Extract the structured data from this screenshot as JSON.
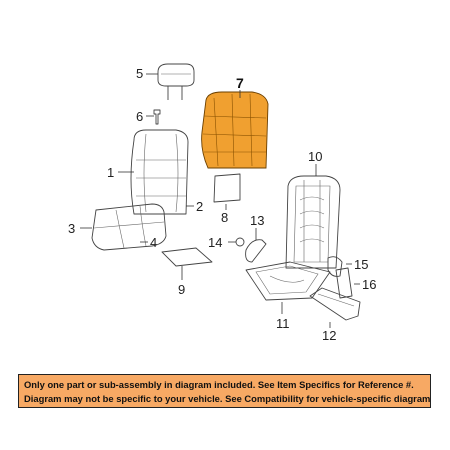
{
  "callouts": {
    "c1": "1",
    "c2": "2",
    "c3": "3",
    "c4": "4",
    "c5": "5",
    "c6": "6",
    "c7": "7",
    "c8": "8",
    "c9": "9",
    "c10": "10",
    "c11": "11",
    "c12": "12",
    "c13": "13",
    "c14": "14",
    "c15": "15",
    "c16": "16"
  },
  "notice": {
    "line1": "Only one part or sub-assembly in diagram included. See Item Specifics for Reference #.",
    "line2": "Diagram may not be specific to your vehicle. See Compatibility for vehicle-specific diagrams."
  },
  "colors": {
    "highlight_part": "#f0a030",
    "notice_background": "#f7a964"
  }
}
